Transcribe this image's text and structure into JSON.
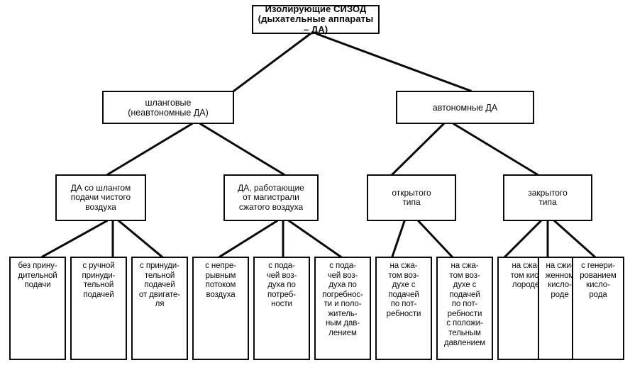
{
  "diagram": {
    "type": "hierarchy-tree",
    "title_node": "root",
    "language": "ru",
    "colors": {
      "line": "#0a0a0a",
      "box_fill": "#ffffff",
      "text": "#0a0a0a"
    },
    "nodes": {
      "root": {
        "label": "Изолирующие СИЗОД\n(дыхательные аппараты – ДА)",
        "line1": "Изолирующие СИЗОД",
        "line2": "(дыхательные аппараты – ДА)"
      },
      "l1": [
        {
          "id": "hose",
          "line1": "шланговые",
          "line2": "(неавтономные ДА)"
        },
        {
          "id": "autonomous",
          "line1": "автономные ДА",
          "line2": ""
        }
      ],
      "l2": [
        {
          "id": "clean-air-hose",
          "line1": "ДА со шлангом",
          "line2": "подачи чистого",
          "line3": "воздуха"
        },
        {
          "id": "compressed-line",
          "line1": "ДА, работающие",
          "line2": "от магистрали",
          "line3": "сжатого воздуха"
        },
        {
          "id": "open-type",
          "line1": "открытого",
          "line2": "типа",
          "line3": ""
        },
        {
          "id": "closed-type",
          "line1": "закрытого",
          "line2": "типа",
          "line3": ""
        }
      ],
      "leaves": [
        {
          "id": "no-forced-supply",
          "parent": "clean-air-hose",
          "lines": [
            "без прину-",
            "дительной",
            "подачи"
          ]
        },
        {
          "id": "manual-forced-supply",
          "parent": "clean-air-hose",
          "lines": [
            "с ручной",
            "принуди-",
            "тельной",
            "подачей"
          ]
        },
        {
          "id": "engine-forced-supply",
          "parent": "clean-air-hose",
          "lines": [
            "с принуди-",
            "тельной",
            "подачей",
            "от двигате-",
            "ля"
          ]
        },
        {
          "id": "continuous-flow",
          "parent": "compressed-line",
          "lines": [
            "с непре-",
            "рывным",
            "потоком",
            "воздуха"
          ]
        },
        {
          "id": "on-demand-air",
          "parent": "compressed-line",
          "lines": [
            "с пода-",
            "чей воз-",
            "духа по",
            "потреб-",
            "ности"
          ]
        },
        {
          "id": "on-demand-air-positive",
          "parent": "compressed-line",
          "lines": [
            "с пода-",
            "чей воз-",
            "духа по",
            "погребнос-",
            "ти и поло-",
            "житель-",
            "ным дав-",
            "лением"
          ]
        },
        {
          "id": "compressed-air-demand",
          "parent": "open-type",
          "lines": [
            "на сжа-",
            "том воз-",
            "духе с",
            "подачей",
            "по пот-",
            "ребности"
          ]
        },
        {
          "id": "compressed-air-demand-positive",
          "parent": "open-type",
          "lines": [
            "на сжа-",
            "том воз-",
            "духе с",
            "подачей",
            "по пот-",
            "ребности",
            "с положи-",
            "тельным",
            "давлением"
          ]
        },
        {
          "id": "compressed-oxygen",
          "parent": "closed-type",
          "lines": [
            "на сжа-",
            "том кис-",
            "лороде"
          ]
        },
        {
          "id": "liquefied-oxygen",
          "parent": "closed-type",
          "lines": [
            "на сжи-",
            "женном",
            "кисло-",
            "роде"
          ]
        },
        {
          "id": "oxygen-generation",
          "parent": "closed-type",
          "lines": [
            "с генери-",
            "рованием",
            "кисло-",
            "рода"
          ]
        }
      ]
    }
  }
}
